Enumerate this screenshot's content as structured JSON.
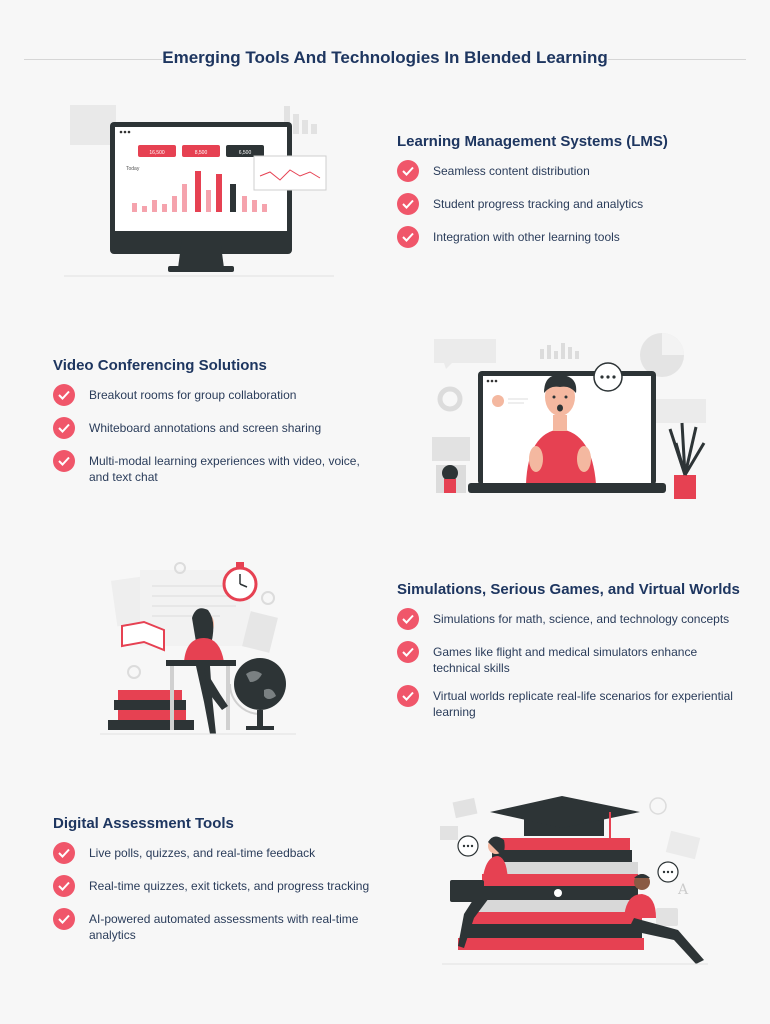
{
  "title": "Emerging Tools And Technologies In Blended Learning",
  "sections": [
    {
      "title": "Learning Management Systems (LMS)",
      "items": [
        "Seamless content distribution",
        "Student progress tracking and analytics",
        "Integration with other learning tools"
      ],
      "illustration": {
        "stat_labels": [
          "16,500",
          "8,500",
          "6,500"
        ],
        "chart_label": "Today"
      }
    },
    {
      "title": "Video Conferencing Solutions",
      "items": [
        "Breakout rooms for group collaboration",
        "Whiteboard annotations and screen sharing",
        "Multi-modal learning experiences with video, voice, and text chat"
      ]
    },
    {
      "title": "Simulations, Serious Games, and Virtual Worlds",
      "items": [
        "Simulations for math, science, and technology concepts",
        "Games like flight and medical simulators enhance technical skills",
        "Virtual worlds replicate real-life scenarios for experiential learning"
      ]
    },
    {
      "title": "Digital Assessment Tools",
      "items": [
        "Live polls, quizzes, and real-time feedback",
        "Real-time quizzes, exit tickets, and progress tracking",
        "AI-powered automated assessments with real-time analytics"
      ]
    }
  ],
  "colors": {
    "accent": "#f0566a",
    "heading": "#1e3660",
    "dark": "#2d3436",
    "red": "#e64152"
  },
  "icons": [
    "check-icon"
  ]
}
